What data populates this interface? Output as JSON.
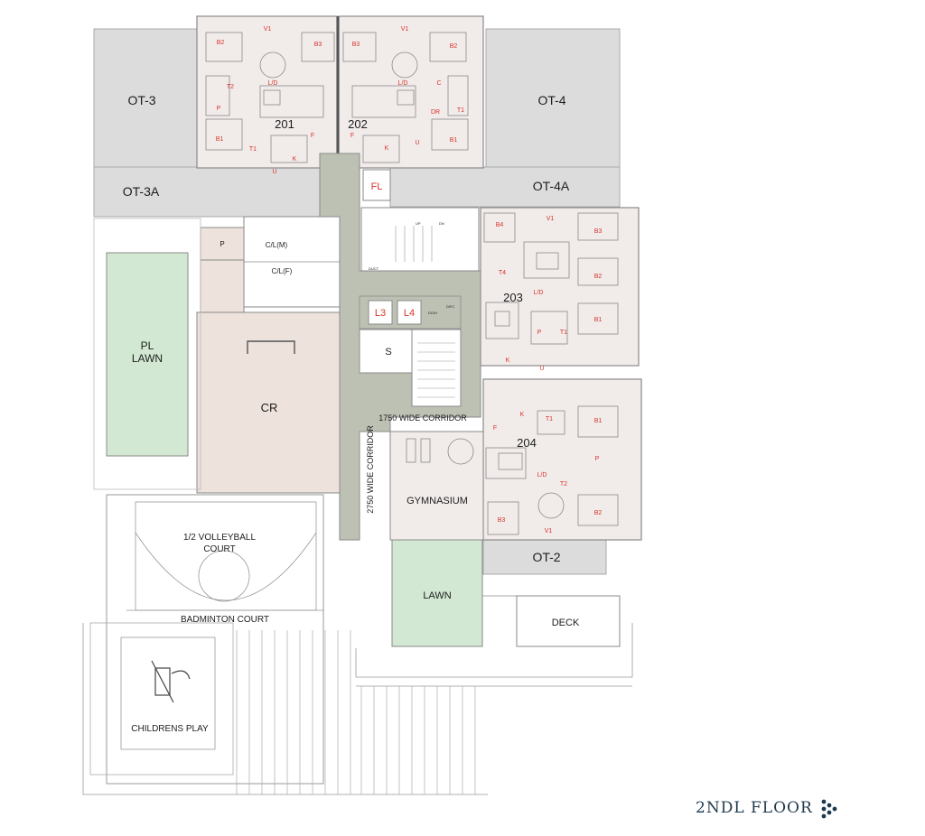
{
  "floor_title": "2NDL FLOOR",
  "colors": {
    "terrace": "#dcdcdc",
    "corridor": "#bcc1b4",
    "common": "#ede2dc",
    "lawn": "#d2e8d2",
    "apartment": "#f1ecea",
    "room_code": "#d8312b",
    "title": "#1f3a4e"
  },
  "labels": {
    "ot3": "OT-3",
    "ot4": "OT-4",
    "ot3a": "OT-3A",
    "ot4a": "OT-4A",
    "ot2": "OT-2",
    "pl_lawn_1": "PL",
    "pl_lawn_2": "LAWN",
    "cr": "CR",
    "s": "S",
    "corridor_1750": "1750 WIDE CORRIDOR",
    "corridor_2750": "2750 WIDE CORRIDOR",
    "gym": "GYMNASIUM",
    "lawn": "LAWN",
    "deck": "DECK",
    "volleyball_1": "1/2 VOLLEYBALL",
    "volleyball_2": "COURT",
    "badminton": "BADMINTON COURT",
    "childrens_play": "CHILDRENS PLAY",
    "p": "P",
    "cl_m": "C/L(M)",
    "cl_f": "C/L(F)",
    "fl": "FL",
    "l3": "L3",
    "l4": "L4"
  },
  "units": [
    "201",
    "202",
    "203",
    "204"
  ],
  "room_codes": {
    "b1": "B1",
    "b2": "B2",
    "b3": "B3",
    "b4": "B4",
    "v1": "V1",
    "t1": "T1",
    "t2": "T2",
    "t4": "T4",
    "ld": "L/D",
    "k": "K",
    "u": "U",
    "f": "F",
    "p": "P",
    "c": "C",
    "dr": "DR"
  },
  "small_labels": {
    "dn": "DN",
    "up": "UP",
    "duct": "DUCT",
    "dfc": "D/FC",
    "dgh": "DG/H"
  }
}
